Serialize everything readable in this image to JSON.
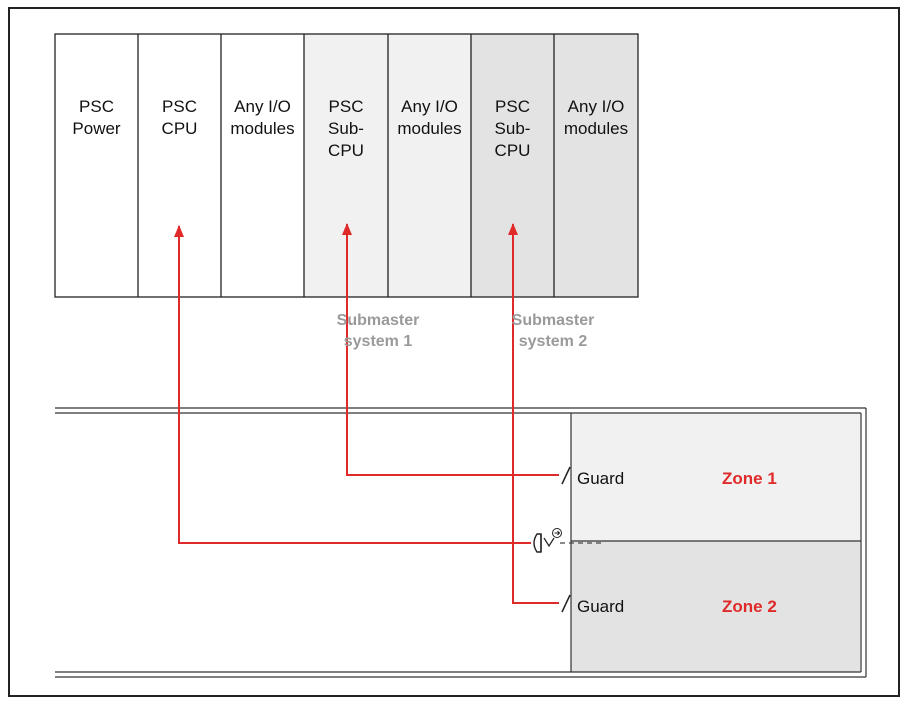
{
  "modules": [
    {
      "lines": [
        "PSC",
        "Power"
      ]
    },
    {
      "lines": [
        "PSC",
        "CPU"
      ]
    },
    {
      "lines": [
        "Any I/O",
        "modules"
      ]
    },
    {
      "lines": [
        "PSC",
        "Sub-",
        "CPU"
      ]
    },
    {
      "lines": [
        "Any I/O",
        "modules"
      ]
    },
    {
      "lines": [
        "PSC",
        "Sub-",
        "CPU"
      ]
    },
    {
      "lines": [
        "Any I/O",
        "modules"
      ]
    }
  ],
  "submaster_labels": [
    {
      "line1": "Submaster",
      "line2": "system 1"
    },
    {
      "line1": "Submaster",
      "line2": "system 2"
    }
  ],
  "guards": [
    {
      "label": "Guard"
    },
    {
      "label": "Guard"
    }
  ],
  "zones": [
    {
      "label": "Zone 1"
    },
    {
      "label": "Zone 2"
    }
  ],
  "colors": {
    "connection": "#e02a2a",
    "zone_label": "#e02a2a",
    "submaster_label": "#9a9a9a",
    "submaster1_fill": "#f1f1f1",
    "submaster2_fill": "#e3e3e3",
    "zone1_fill": "#f1f1f1",
    "zone2_fill": "#e3e3e3"
  }
}
